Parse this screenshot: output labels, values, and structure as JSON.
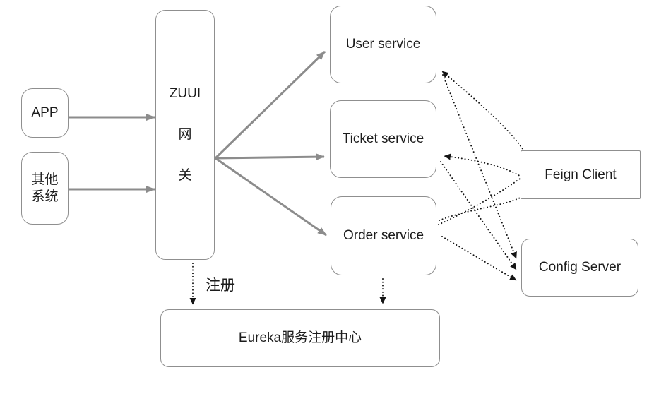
{
  "diagram": {
    "type": "architecture-diagram",
    "nodes": {
      "app": {
        "label": "APP"
      },
      "other_system": {
        "line1": "其他",
        "line2": "系统"
      },
      "zuul_gateway": {
        "line1": "ZUUI",
        "line2": "网",
        "line3": "关"
      },
      "user_service": {
        "label": "User service"
      },
      "ticket_service": {
        "label": "Ticket service"
      },
      "order_service": {
        "label": "Order service"
      },
      "feign_client": {
        "label": "Feign Client"
      },
      "config_server": {
        "label": "Config Server"
      },
      "eureka": {
        "label": "Eureka服务注册中心"
      }
    },
    "edge_labels": {
      "register": "注册"
    },
    "edges": [
      {
        "from": "APP",
        "to": "ZUUI网关",
        "style": "solid-arrow"
      },
      {
        "from": "其他系统",
        "to": "ZUUI网关",
        "style": "solid-arrow"
      },
      {
        "from": "ZUUI网关",
        "to": "User service",
        "style": "solid-arrow"
      },
      {
        "from": "ZUUI网关",
        "to": "Ticket service",
        "style": "solid-arrow"
      },
      {
        "from": "ZUUI网关",
        "to": "Order service",
        "style": "solid-arrow"
      },
      {
        "from": "ZUUI网关",
        "to": "Eureka服务注册中心",
        "style": "dotted-arrow",
        "label": "注册"
      },
      {
        "from": "Order service",
        "to": "Eureka服务注册中心",
        "style": "dotted-arrow"
      },
      {
        "from": "Order service",
        "to": "User service",
        "style": "dotted-arrow",
        "via": "Feign Client"
      },
      {
        "from": "Order service",
        "to": "Ticket service",
        "style": "dotted-arrow",
        "via": "Feign Client"
      },
      {
        "from": "User service",
        "to": "Config Server",
        "style": "dotted-arrow"
      },
      {
        "from": "Ticket service",
        "to": "Config Server",
        "style": "dotted-arrow"
      },
      {
        "from": "Order service",
        "to": "Config Server",
        "style": "dotted-arrow"
      }
    ],
    "colors": {
      "solid_arrow": "#8c8c8c",
      "dotted_arrow": "#141414",
      "box_border": "#8f8f8f",
      "text": "#1c1c1c",
      "background": "#ffffff"
    }
  }
}
